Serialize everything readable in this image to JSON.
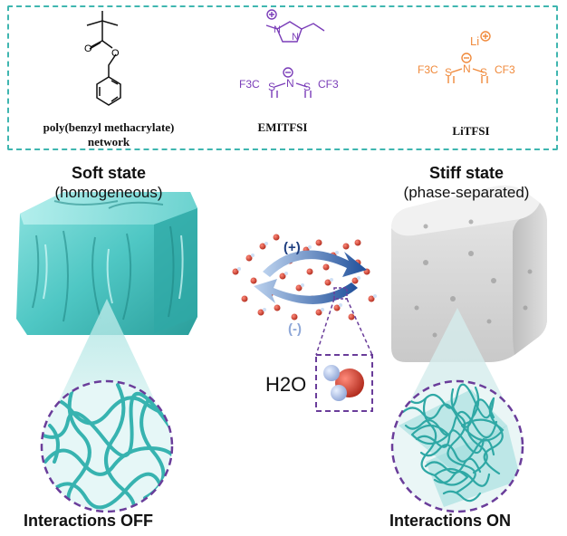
{
  "chemicals": [
    {
      "name": "poly(benzyl methacrylate)",
      "name_line2": "network",
      "color": "#111111"
    },
    {
      "name": "EMITFSI",
      "color": "#7a3db8"
    },
    {
      "name": "LiTFSI",
      "color": "#f08a3c"
    }
  ],
  "formula_text": {
    "cf3_left": "F3C",
    "cf3_right": "CF3",
    "s": "S",
    "n": "N",
    "o": "O",
    "li": "Li",
    "plus": "+",
    "minus": "−"
  },
  "states": {
    "soft": {
      "title": "Soft state",
      "subtitle": "(homogeneous)",
      "interaction": "Interactions OFF"
    },
    "stiff": {
      "title": "Stiff state",
      "subtitle": "(phase-separated)",
      "interaction": "Interactions ON"
    }
  },
  "switch": {
    "plus": "(+)",
    "minus": "(-)"
  },
  "water_label": "H2O",
  "colors": {
    "dashed_box": "#3fb6b0",
    "gel_teal": "#4fc7c4",
    "stiff_gray": "#d8d8d8",
    "circle_dash": "#6a3d9a",
    "arrow_blue": "#2a5ea8",
    "water_red": "#c0392b"
  }
}
